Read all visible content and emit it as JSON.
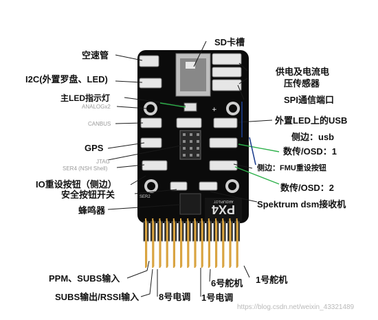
{
  "labels": {
    "sd_slot": "SD卡槽",
    "airspeed": "空速管",
    "i2c": "I2C(外置罗盘、LED)",
    "power": "供电及电流电",
    "power2": "压传感器",
    "main_led": "主LED指示灯",
    "analog": "ANALOGx2",
    "spi": "SPI通信端口",
    "canbus": "CANBUS",
    "ext_usb": "外置LED上的USB",
    "side_usb": "侧边：usb",
    "gps": "GPS",
    "telem1": "数传/OSD：1",
    "jtag": "JTAG",
    "ser4": "SER4 (NSH Shell)",
    "fmu_reset": "侧边：FMU重设按钮",
    "io_reset": "IO重设按钮（侧边）",
    "safety": "安全按钮开关",
    "telem2": "数传/OSD：2",
    "buzzer": "蜂鸣器",
    "spektrum": "Spektrum dsm接收机",
    "ppm": "PPM、SUBS输入",
    "servo6": "6号舵机",
    "servo1": "1号舵机",
    "subs_out": "SUBS输出/RSSI输入",
    "esc8": "8号电调",
    "esc1": "1号电调",
    "watermark": "https://blog.csdn.net/weixin_43321489"
  },
  "board": {
    "logo": "PX4",
    "label": "SER2",
    "brand": "ARDUPILOT"
  },
  "colors": {
    "board": "#0b0b0b",
    "connector": "#e6e6e6",
    "pin": "#d9a441",
    "leader": "#1a1a1a",
    "highlight": "#2db04a",
    "accent_blue": "#1d3f8f"
  }
}
